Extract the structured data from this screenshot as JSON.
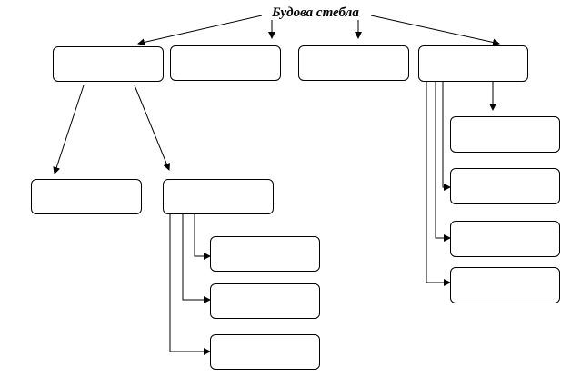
{
  "diagram": {
    "title": "Будова стебла",
    "nodes": [
      {
        "id": "level1-box-1",
        "label": ""
      },
      {
        "id": "level1-box-2",
        "label": ""
      },
      {
        "id": "level1-box-3",
        "label": ""
      },
      {
        "id": "level1-box-4",
        "label": ""
      },
      {
        "id": "left-child-box-1",
        "label": ""
      },
      {
        "id": "left-child-box-2",
        "label": ""
      },
      {
        "id": "left-grandchild-box-1",
        "label": ""
      },
      {
        "id": "left-grandchild-box-2",
        "label": ""
      },
      {
        "id": "left-grandchild-box-3",
        "label": ""
      },
      {
        "id": "right-child-box-1",
        "label": ""
      },
      {
        "id": "right-child-box-2",
        "label": ""
      },
      {
        "id": "right-child-box-3",
        "label": ""
      },
      {
        "id": "right-child-box-4",
        "label": ""
      }
    ],
    "line_color": "#000000"
  }
}
